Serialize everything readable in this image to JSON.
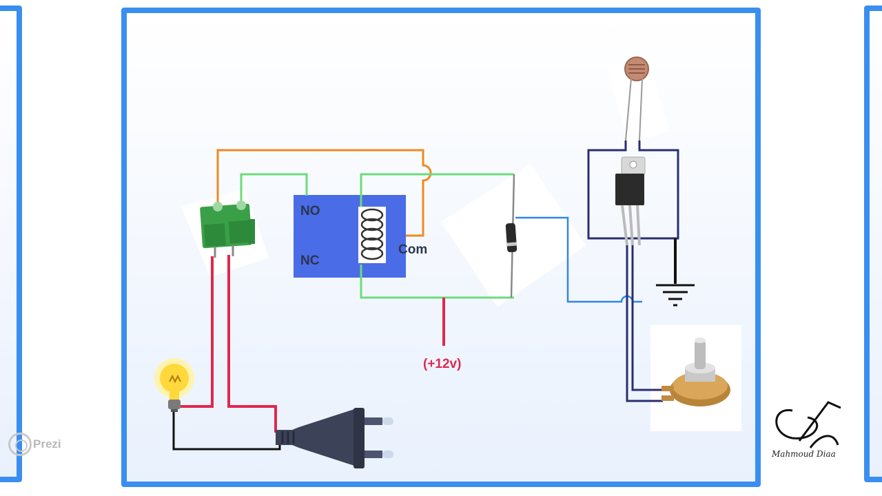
{
  "relay": {
    "no_label": "NO",
    "nc_label": "NC",
    "com_label": "Com"
  },
  "supply": {
    "label": "(+12v)"
  },
  "watermark": {
    "brand": "Prezi"
  },
  "author": {
    "signature": "Mahmoud Diaa"
  },
  "colors": {
    "frame": "#3a8ef0",
    "orange_wire": "#f08a1e",
    "green_wire": "#6ddb7a",
    "red_wire": "#e0284d",
    "navy_wire": "#2a2e6e",
    "blue_wire": "#2f86e8",
    "relay_body": "#4a6ce6",
    "terminal": "#3aa047"
  }
}
